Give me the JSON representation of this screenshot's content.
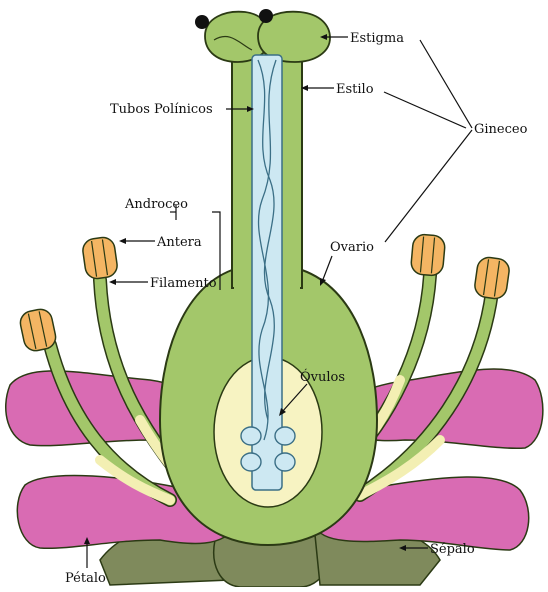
{
  "labels": {
    "estigma": "Estigma",
    "estilo": "Estilo",
    "tubos_polinicos": "Tubos Polínicos",
    "gineceo": "Gineceo",
    "androceo": "Androceo",
    "antera": "Antera",
    "filamento": "Filamento",
    "ovario": "Ovario",
    "ovulos": "Óvulos",
    "sepalo": "Sépalo",
    "petalo": "Pétalo"
  },
  "colors": {
    "pistil_green": "#a3c76a",
    "pistil_outline": "#2b3a14",
    "ovary_inner": "#f7f3c2",
    "pollen_tube": "#cde8f2",
    "pollen_tube_outline": "#3b6f86",
    "petal_pink": "#d96bb3",
    "sepal_dark": "#7f8a5c",
    "anther_orange": "#f4b563",
    "filament_light": "#f3efb3",
    "pollen_grain": "#111111"
  }
}
